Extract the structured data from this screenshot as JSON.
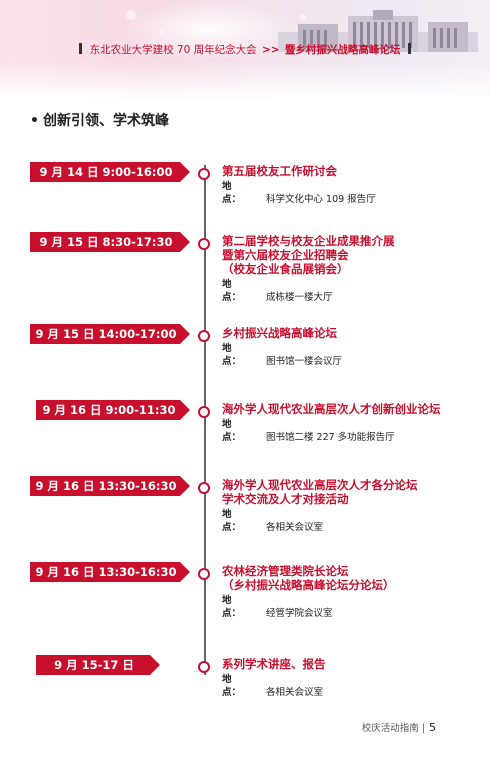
{
  "header": {
    "title_part1": "东北农业大学建校 70 周年纪念大会",
    "separator": ">>",
    "title_part2": "暨乡村振兴战略高峰论坛"
  },
  "section": {
    "bullet": "•",
    "title": "创新引领、学术筑峰"
  },
  "location_label_1": "地",
  "location_label_2": "点：",
  "events": [
    {
      "date": "9 月 14 日 9:00-16:00",
      "titles": [
        "第五届校友工作研讨会"
      ],
      "location": "科学文化中心 109 报告厅"
    },
    {
      "date": "9 月 15 日 8:30-17:30",
      "titles": [
        "第二届学校与校友企业成果推介展",
        "暨第六届校友企业招聘会",
        "（校友企业食品展销会）"
      ],
      "location": "成栋楼一楼大厅"
    },
    {
      "date": "9 月 15 日 14:00-17:00",
      "titles": [
        "乡村振兴战略高峰论坛"
      ],
      "location": "图书馆一楼会议厅"
    },
    {
      "date": "9 月 16 日 9:00-11:30",
      "titles": [
        "海外学人现代农业高层次人才创新创业论坛"
      ],
      "location": "图书馆二楼 227 多功能报告厅"
    },
    {
      "date": "9 月 16 日 13:30-16:30",
      "titles": [
        "海外学人现代农业高层次人才各分论坛",
        "学术交流及人才对接活动"
      ],
      "location": "各相关会议室"
    },
    {
      "date": "9 月 16 日 13:30-16:30",
      "titles": [
        "农林经济管理类院长论坛",
        "（乡村振兴战略高峰论坛分论坛）"
      ],
      "location": "经管学院会议室"
    },
    {
      "date": "9 月 15-17 日",
      "titles": [
        "系列学术讲座、报告"
      ],
      "location": "各相关会议室"
    }
  ],
  "footer": {
    "label": "校庆活动指南",
    "divider": "|",
    "page": "5"
  },
  "colors": {
    "accent": "#c8102e",
    "timeline": "#666666"
  }
}
